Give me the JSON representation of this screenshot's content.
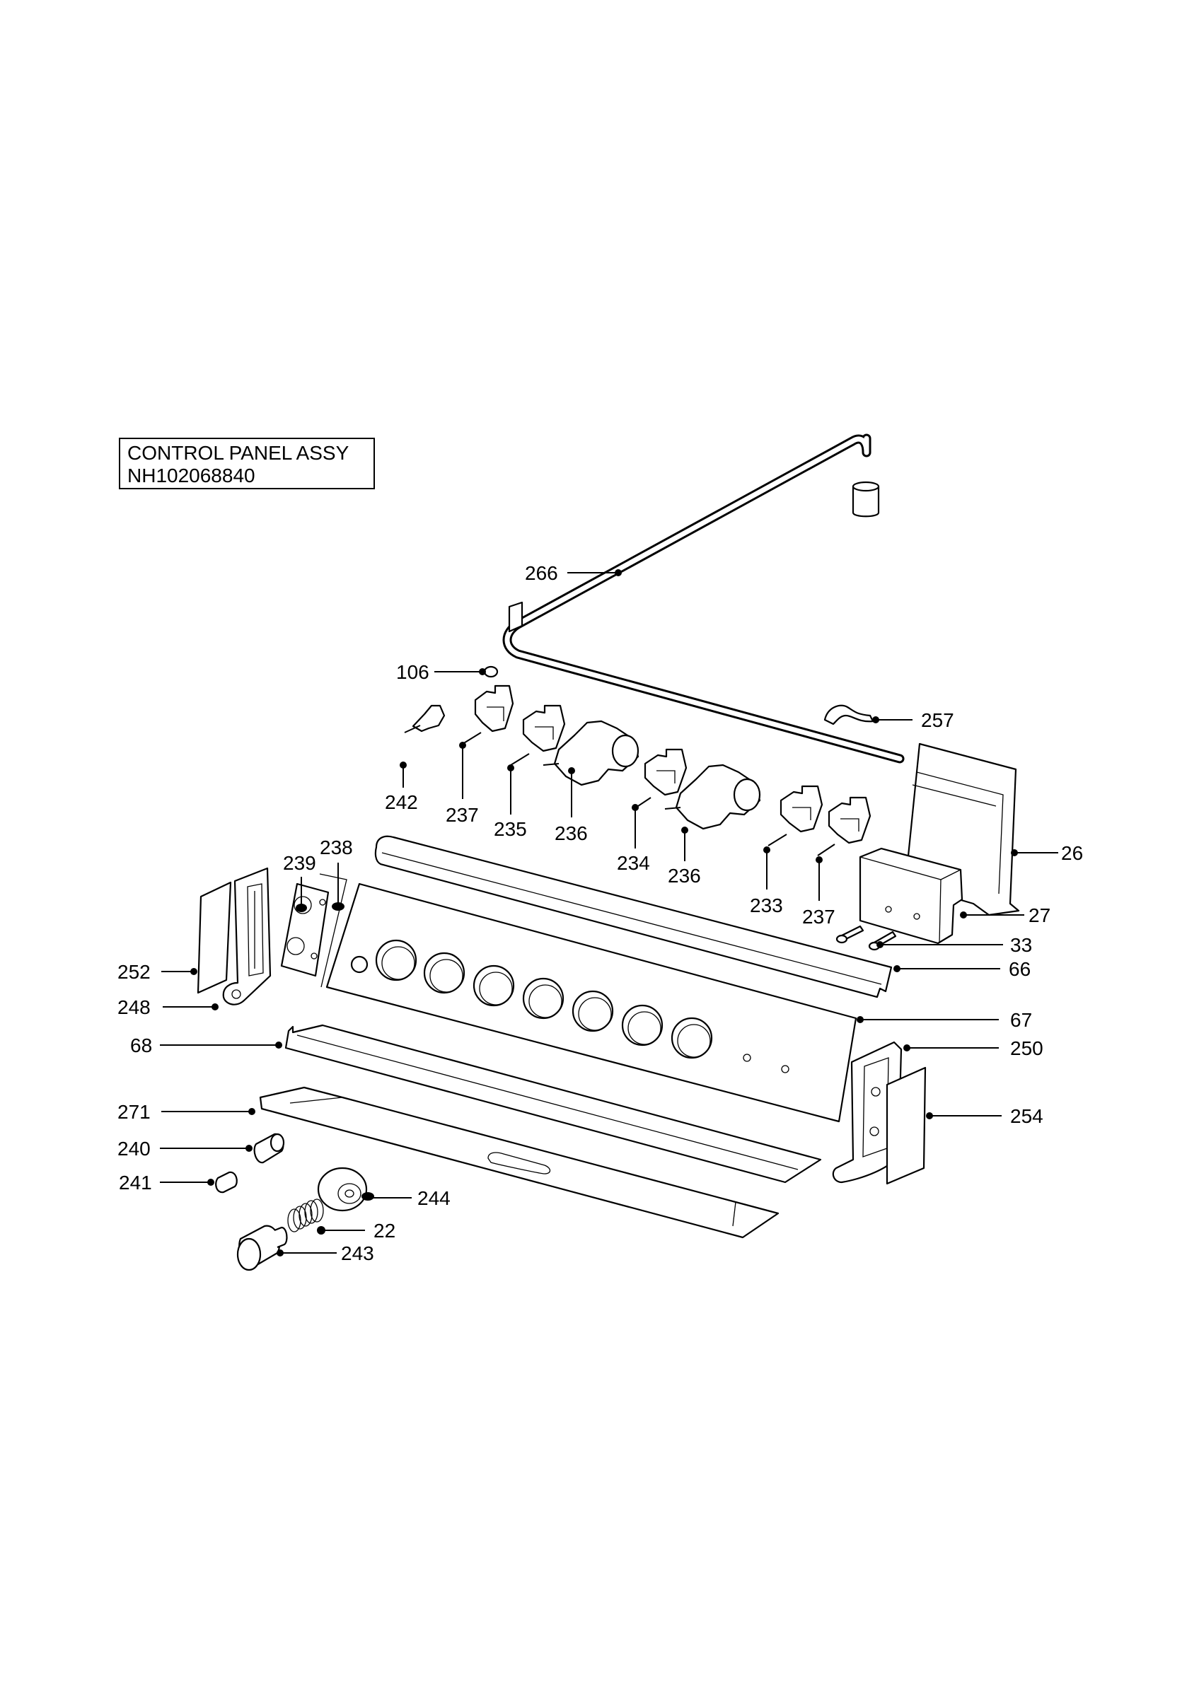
{
  "title": {
    "line1": "CONTROL PANEL ASSY",
    "line2": "NH102068840"
  },
  "callouts": [
    "266",
    "106",
    "257",
    "242",
    "237",
    "235",
    "236",
    "234",
    "236",
    "233",
    "237",
    "26",
    "238",
    "239",
    "27",
    "33",
    "252",
    "66",
    "248",
    "67",
    "68",
    "250",
    "271",
    "254",
    "240",
    "241",
    "244",
    "22",
    "243"
  ]
}
